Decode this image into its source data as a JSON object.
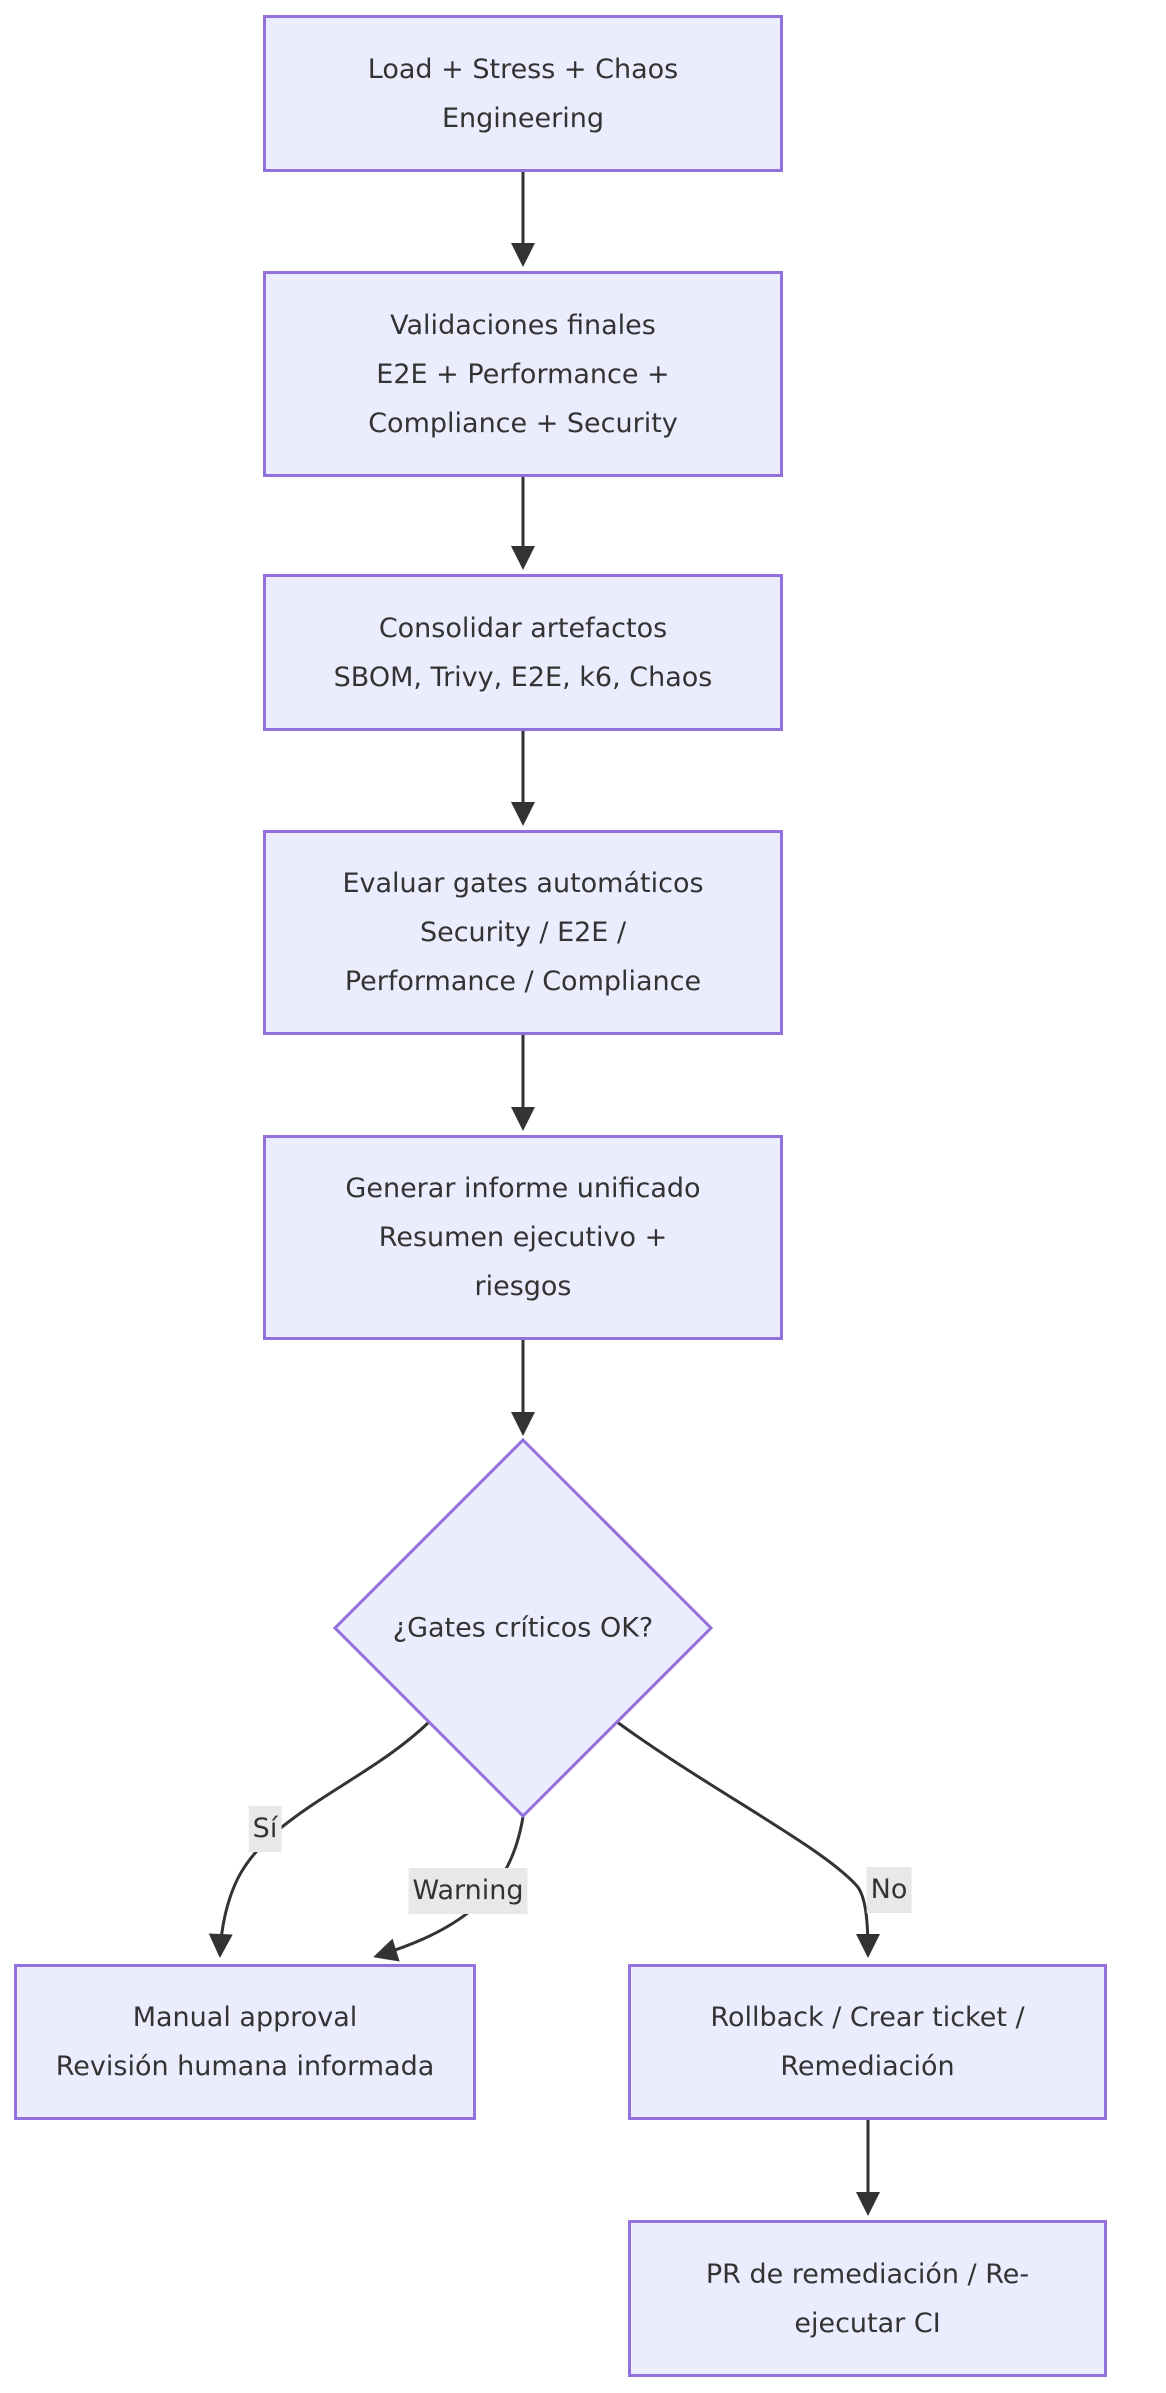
{
  "diagram": {
    "type": "flowchart",
    "direction": "top-down",
    "nodes": [
      {
        "id": "load",
        "shape": "rect",
        "lines": [
          "Load + Stress + Chaos",
          "Engineering"
        ]
      },
      {
        "id": "validaciones",
        "shape": "rect",
        "lines": [
          "Validaciones finales",
          "E2E + Performance +",
          "Compliance + Security"
        ]
      },
      {
        "id": "consolidar",
        "shape": "rect",
        "lines": [
          "Consolidar artefactos",
          "SBOM, Trivy, E2E, k6, Chaos"
        ]
      },
      {
        "id": "evaluar",
        "shape": "rect",
        "lines": [
          "Evaluar gates automáticos",
          "Security / E2E /",
          "Performance / Compliance"
        ]
      },
      {
        "id": "informe",
        "shape": "rect",
        "lines": [
          "Generar informe unificado",
          "Resumen ejecutivo +",
          "riesgos"
        ]
      },
      {
        "id": "gates",
        "shape": "diamond",
        "lines": [
          "¿Gates críticos OK?"
        ]
      },
      {
        "id": "manual",
        "shape": "rect",
        "lines": [
          "Manual approval",
          "Revisión humana informada"
        ]
      },
      {
        "id": "rollback",
        "shape": "rect",
        "lines": [
          "Rollback / Crear ticket /",
          "Remediación"
        ]
      },
      {
        "id": "pr",
        "shape": "rect",
        "lines": [
          "PR de remediación / Re-",
          "ejecutar CI"
        ]
      }
    ],
    "edges": [
      {
        "from": "load",
        "to": "validaciones",
        "label": ""
      },
      {
        "from": "validaciones",
        "to": "consolidar",
        "label": ""
      },
      {
        "from": "consolidar",
        "to": "evaluar",
        "label": ""
      },
      {
        "from": "evaluar",
        "to": "informe",
        "label": ""
      },
      {
        "from": "informe",
        "to": "gates",
        "label": ""
      },
      {
        "from": "gates",
        "to": "manual",
        "label": "Sí"
      },
      {
        "from": "gates",
        "to": "manual",
        "label": "Warning"
      },
      {
        "from": "gates",
        "to": "rollback",
        "label": "No"
      },
      {
        "from": "rollback",
        "to": "pr",
        "label": ""
      }
    ],
    "colors": {
      "node_fill": "#ECECFF",
      "node_border": "#9370DB",
      "edge_stroke": "#333333",
      "text": "#333333",
      "edge_label_background": "#e8e8e8",
      "background": "#ffffff"
    }
  }
}
